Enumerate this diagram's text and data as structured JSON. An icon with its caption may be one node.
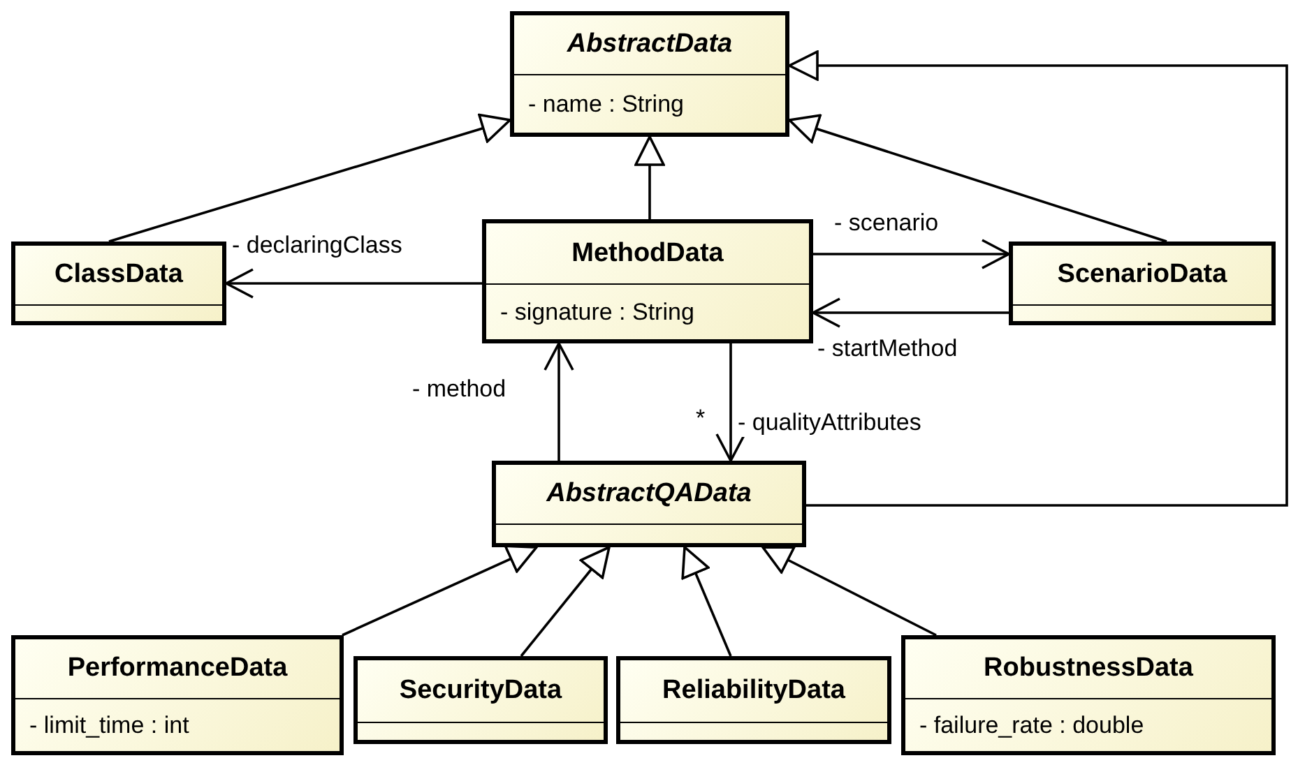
{
  "diagram": {
    "nodes": [
      {
        "text": [
          "AbstractData",
          "- name : String"
        ]
      },
      {
        "text": [
          "ClassData"
        ]
      },
      {
        "text": [
          "MethodData",
          "- signature : String"
        ]
      },
      {
        "text": [
          "ScenarioData"
        ]
      },
      {
        "text": [
          "AbstractQAData"
        ]
      },
      {
        "text": [
          "PerformanceData",
          "- limit_time : int"
        ]
      },
      {
        "text": [
          "SecurityData"
        ]
      },
      {
        "text": [
          "ReliabilityData"
        ]
      },
      {
        "text": [
          "RobustnessData",
          "- failure_rate : double"
        ]
      }
    ],
    "edges": [
      {
        "from": 1,
        "to": 0,
        "arrow": "to"
      },
      {
        "from": 2,
        "to": 0,
        "arrow": "to"
      },
      {
        "from": 3,
        "to": 0,
        "arrow": "to"
      },
      {
        "from": 4,
        "to": 0,
        "arrow": "to"
      },
      {
        "from": 2,
        "to": 1,
        "arrow": "to",
        "label": "- declaringClass"
      },
      {
        "from": 2,
        "to": 3,
        "arrow": "to",
        "label": "- scenario"
      },
      {
        "from": 3,
        "to": 2,
        "arrow": "to",
        "label": "- startMethod"
      },
      {
        "from": 4,
        "to": 2,
        "arrow": "to",
        "label": "- method"
      },
      {
        "from": 2,
        "to": 4,
        "arrow": "to",
        "label": "- qualityAttributes"
      },
      {
        "from": 5,
        "to": 4,
        "arrow": "to"
      },
      {
        "from": 6,
        "to": 4,
        "arrow": "to"
      },
      {
        "from": 7,
        "to": 4,
        "arrow": "to"
      },
      {
        "from": 8,
        "to": 4,
        "arrow": "to"
      }
    ],
    "labels": [
      "*"
    ]
  }
}
